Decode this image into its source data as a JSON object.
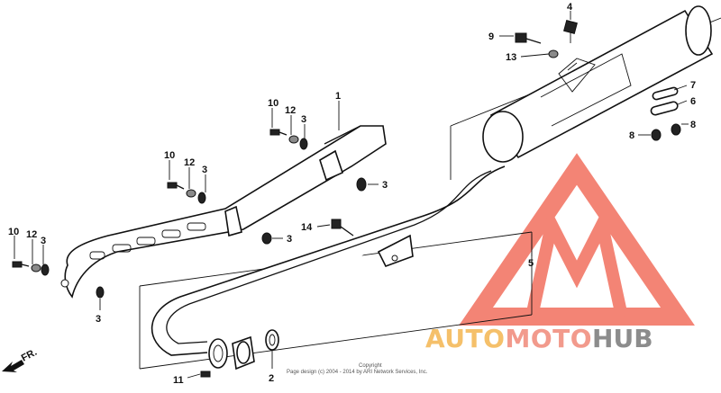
{
  "callouts": {
    "c1": "1",
    "c2": "2",
    "c3a": "3",
    "c3b": "3",
    "c3c": "3",
    "c3d": "3",
    "c3e": "3",
    "c3f": "3",
    "c4": "4",
    "c5": "5",
    "c6": "6",
    "c7": "7",
    "c8a": "8",
    "c8b": "8",
    "c9": "9",
    "c10a": "10",
    "c10b": "10",
    "c10c": "10",
    "c11": "11",
    "c12a": "12",
    "c12b": "12",
    "c12c": "12",
    "c13": "13",
    "c14": "14"
  },
  "direction_label": "FR.",
  "copyright": {
    "line1": "Copyright",
    "line2": "Page design (c) 2004 - 2014 by ARI Network Services, Inc."
  },
  "watermark": {
    "part1": "AUTO",
    "part2": "MOTO",
    "part3": "HUB",
    "colors": {
      "auto": "#f5c06a",
      "moto": "#f29a8c",
      "hub": "#8c8c8c",
      "logo": "#f26f5e"
    }
  }
}
